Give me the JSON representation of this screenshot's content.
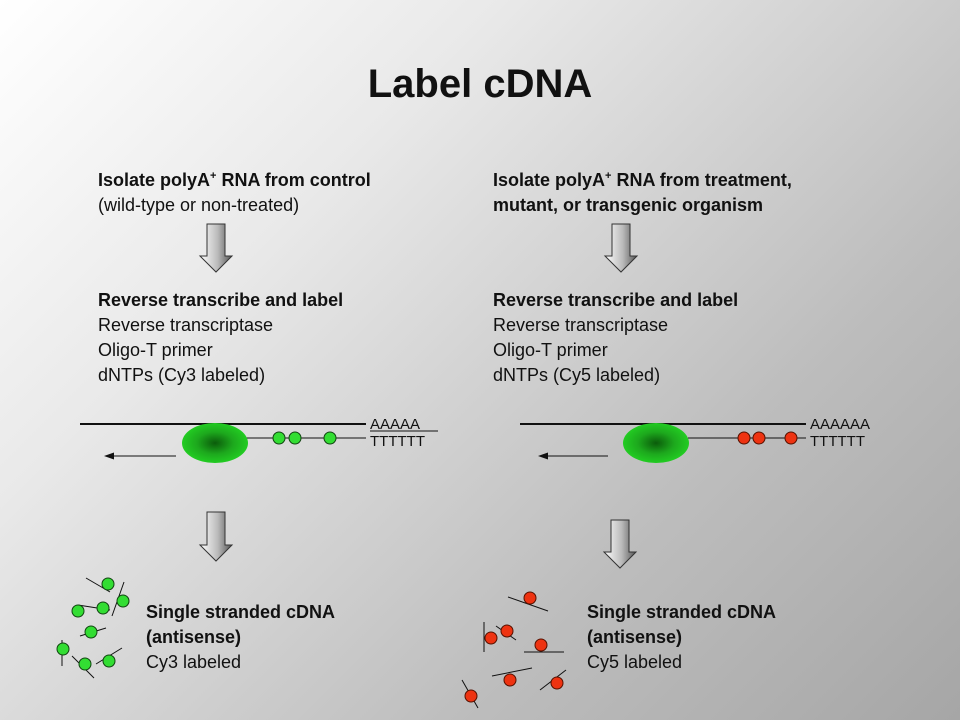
{
  "title": "Label cDNA",
  "left": {
    "isolate_line1": "Isolate polyA",
    "isolate_sup": "+",
    "isolate_line1_rest": " RNA from control",
    "isolate_line2": "(wild-type or non-treated)",
    "rt_heading": "Reverse transcribe and label",
    "rt_items": [
      "Reverse transcriptase",
      "Oligo-T primer",
      "dNTPs (Cy3 labeled)"
    ],
    "seq_top": "AAAAA",
    "seq_bottom": "TTTTTT",
    "result_line1": "Single stranded cDNA",
    "result_line2": "(antisense)",
    "result_line3": "Cy3 labeled",
    "dye_color": "#33dd33"
  },
  "right": {
    "isolate_line1": "Isolate polyA",
    "isolate_sup": "+",
    "isolate_line1_rest": " RNA from treatment,",
    "isolate_line2": "mutant, or transgenic organism",
    "rt_heading": "Reverse transcribe and label",
    "rt_items": [
      "Reverse transcriptase",
      "Oligo-T primer",
      "dNTPs (Cy5 labeled)"
    ],
    "seq_top": "AAAAAA",
    "seq_bottom": "TTTTTT",
    "result_line1": "Single stranded cDNA",
    "result_line2": "(antisense)",
    "result_line3": "Cy5 labeled",
    "dye_color": "#ee3311"
  }
}
